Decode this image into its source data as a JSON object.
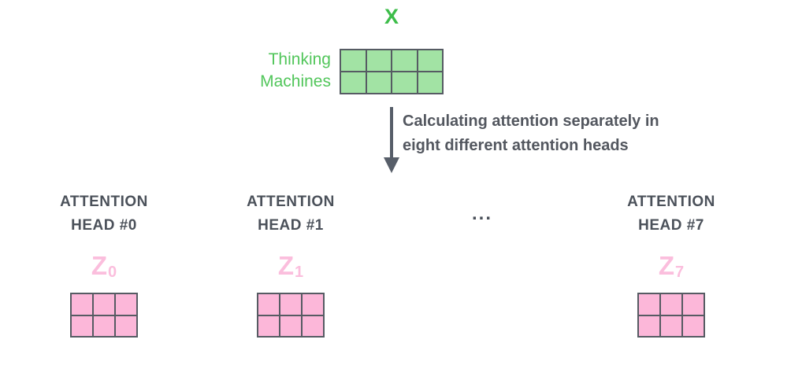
{
  "input": {
    "matrix_label": "X",
    "row_labels": [
      "Thinking",
      "Machines"
    ],
    "matrix": {
      "rows": 2,
      "cols": 4
    }
  },
  "arrow": {
    "caption_lines": [
      "Calculating attention separately in",
      "eight different attention heads"
    ]
  },
  "heads": [
    {
      "label_lines": [
        "ATTENTION",
        "HEAD #0"
      ],
      "z_base": "Z",
      "z_sub": "0",
      "matrix": {
        "rows": 2,
        "cols": 3
      }
    },
    {
      "label_lines": [
        "ATTENTION",
        "HEAD #1"
      ],
      "z_base": "Z",
      "z_sub": "1",
      "matrix": {
        "rows": 2,
        "cols": 3
      }
    },
    {
      "label_lines": [
        "ATTENTION",
        "HEAD #7"
      ],
      "z_base": "Z",
      "z_sub": "7",
      "matrix": {
        "rows": 2,
        "cols": 3
      }
    }
  ],
  "ellipsis": "...",
  "colors": {
    "green_text": "#52c65b",
    "green_title": "#3dbd4a",
    "green_fill": "#a2e3a4",
    "grid_border": "#565b63",
    "pink_fill": "#fcb7d9",
    "pink_text": "#fbbedd",
    "dark_text": "#4b515a",
    "caption_text": "#53575f",
    "arrow_color": "#575e69"
  }
}
